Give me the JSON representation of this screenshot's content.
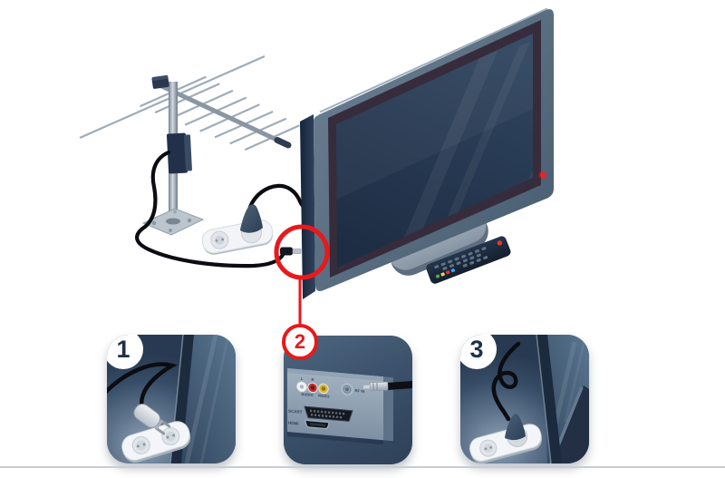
{
  "callouts": {
    "step1": "1",
    "step2": "2",
    "step3": "3"
  },
  "rear_panel_labels": {
    "left": "L",
    "right": "R",
    "audio": "AUDIO",
    "video": "VIDEO",
    "rf_in": "RF IN",
    "scart": "SCART",
    "hdmi": "HDMI"
  },
  "colors": {
    "callout_red": "#e8191c",
    "panel_navy_dark": "#283a51",
    "panel_navy_light": "#5a7089",
    "connector_panel_gray": "#9fb0c0",
    "tv_frame_slate": "#5d7186",
    "tv_screen_navy": "#223650",
    "power_led_red": "#ef2125",
    "rca_white": "#f2f5f7",
    "rca_red": "#c03028",
    "rca_yellow": "#d9b832",
    "cable_black": "#0b0d12"
  }
}
